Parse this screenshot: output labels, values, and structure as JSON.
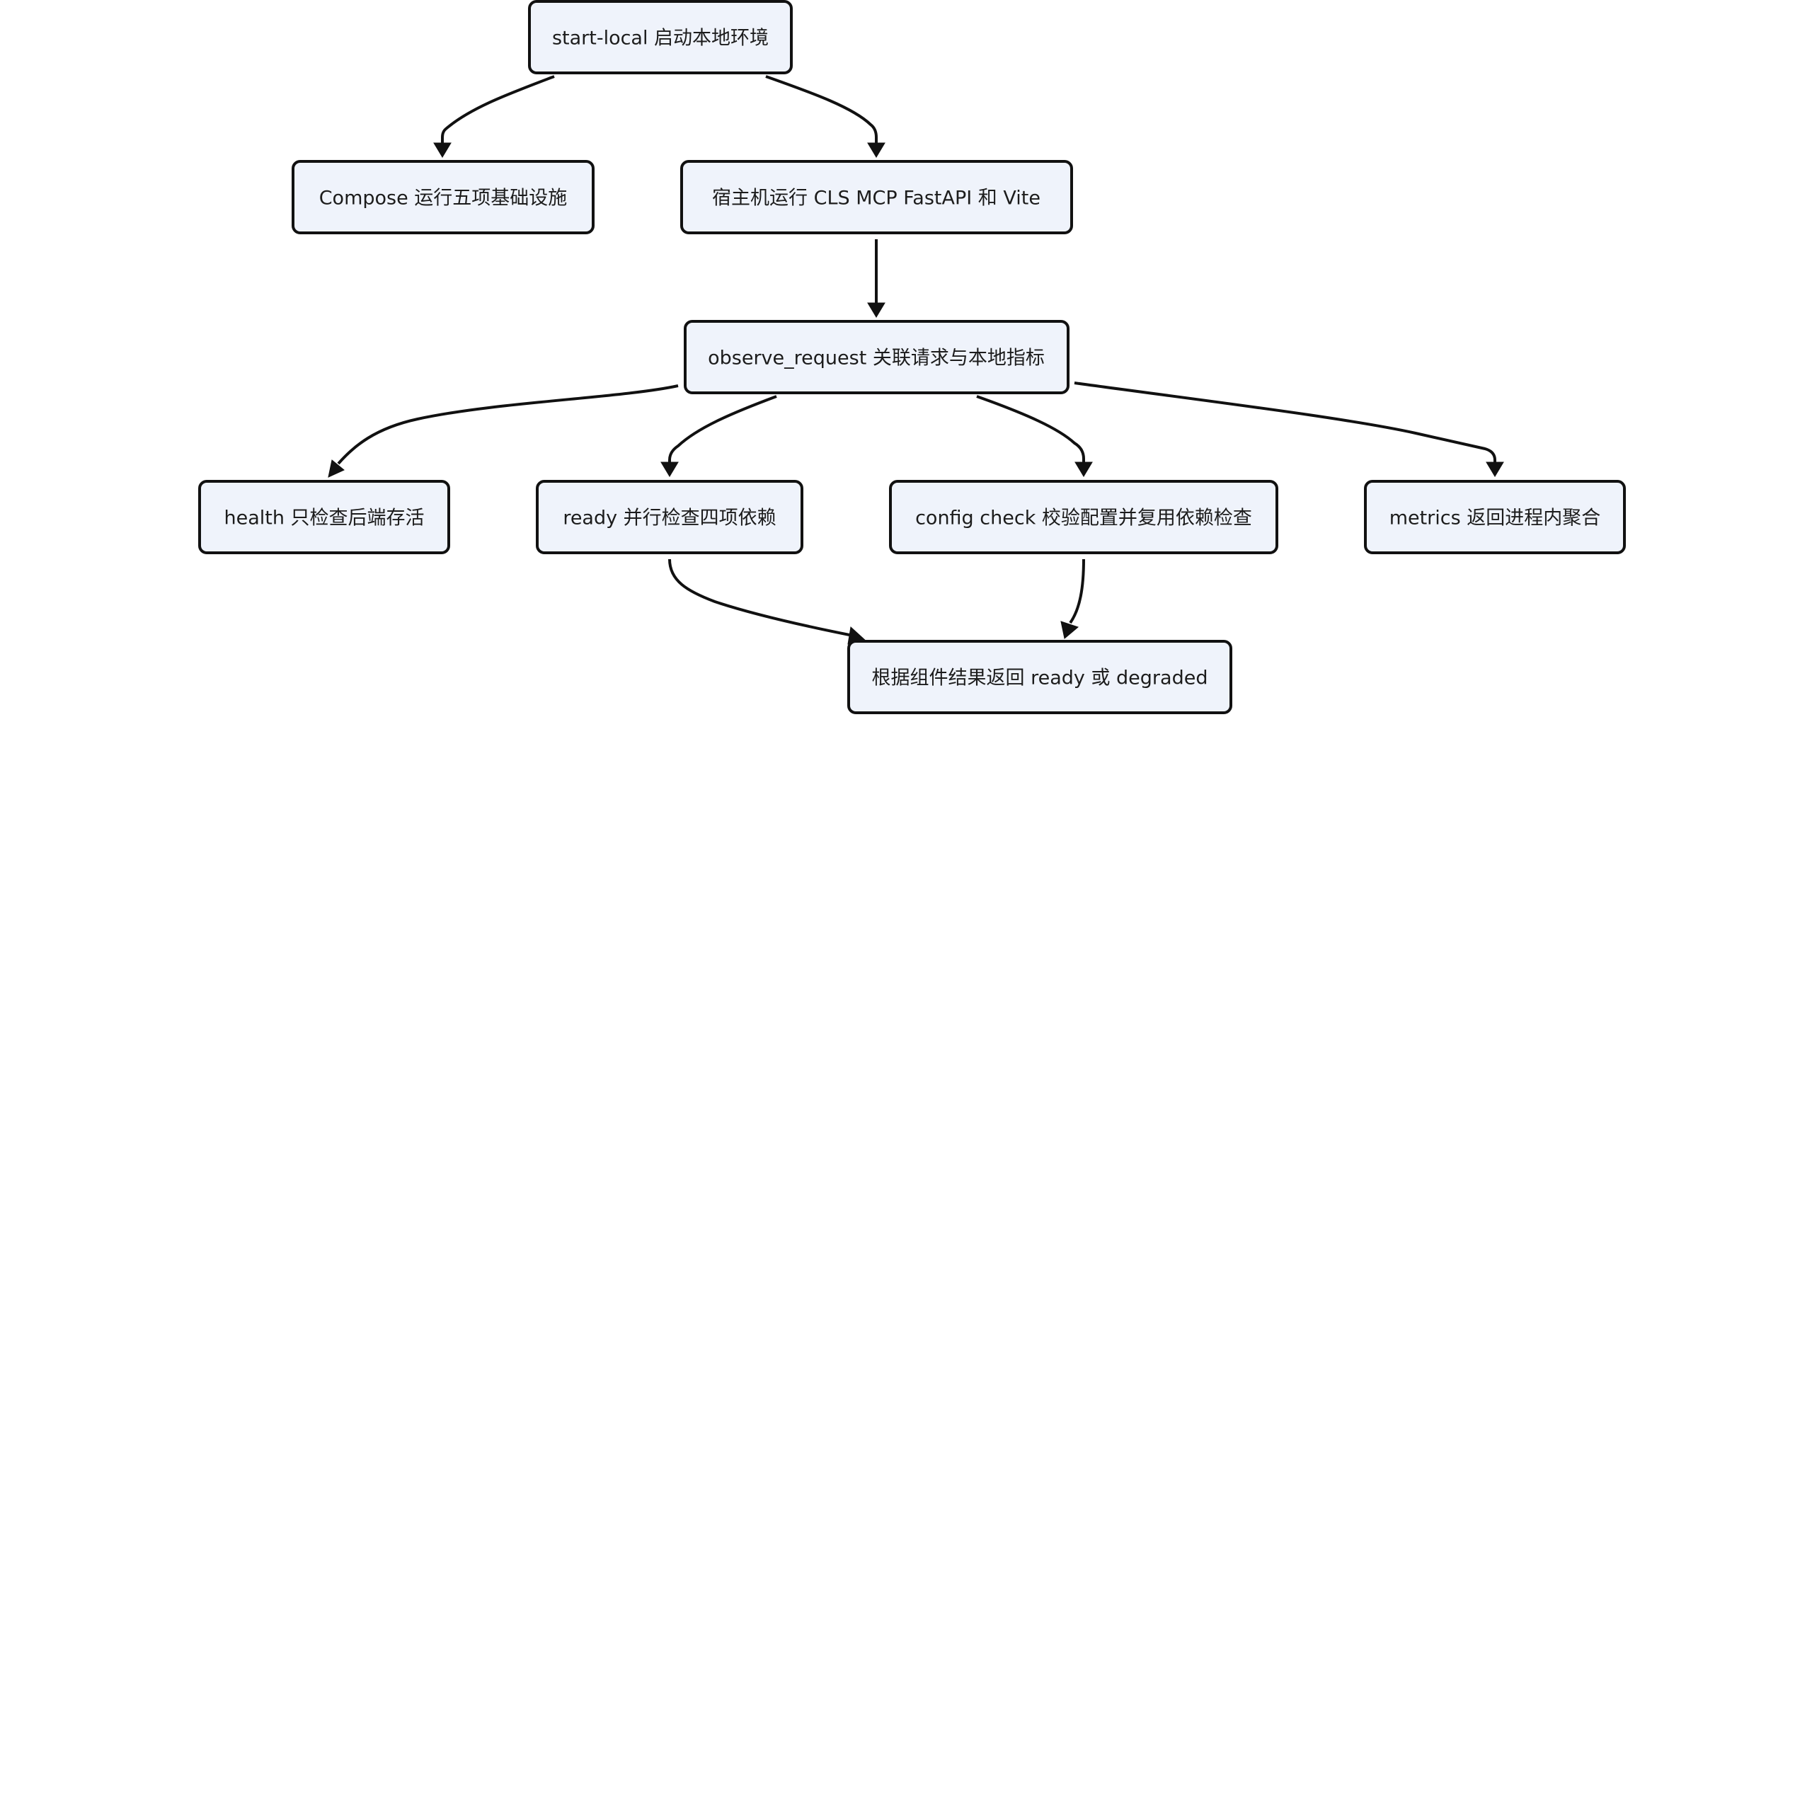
{
  "diagram": {
    "type": "flowchart",
    "node_fill": "#eff3fb",
    "stroke_color": "#111111",
    "nodes": [
      {
        "id": "start",
        "label": "start-local 启动本地环境"
      },
      {
        "id": "compose",
        "label": "Compose 运行五项基础设施"
      },
      {
        "id": "host",
        "label": "宿主机运行 CLS MCP FastAPI 和 Vite"
      },
      {
        "id": "observe",
        "label": "observe_request 关联请求与本地指标"
      },
      {
        "id": "health",
        "label": "health 只检查后端存活"
      },
      {
        "id": "ready",
        "label": "ready 并行检查四项依赖"
      },
      {
        "id": "config",
        "label": "config check 校验配置并复用依赖检查"
      },
      {
        "id": "metrics",
        "label": "metrics 返回进程内聚合"
      },
      {
        "id": "result",
        "label": "根据组件结果返回 ready 或 degraded"
      }
    ],
    "edges": [
      {
        "from": "start",
        "to": "compose"
      },
      {
        "from": "start",
        "to": "host"
      },
      {
        "from": "host",
        "to": "observe"
      },
      {
        "from": "observe",
        "to": "health"
      },
      {
        "from": "observe",
        "to": "ready"
      },
      {
        "from": "observe",
        "to": "config"
      },
      {
        "from": "observe",
        "to": "metrics"
      },
      {
        "from": "ready",
        "to": "result"
      },
      {
        "from": "config",
        "to": "result"
      }
    ]
  }
}
